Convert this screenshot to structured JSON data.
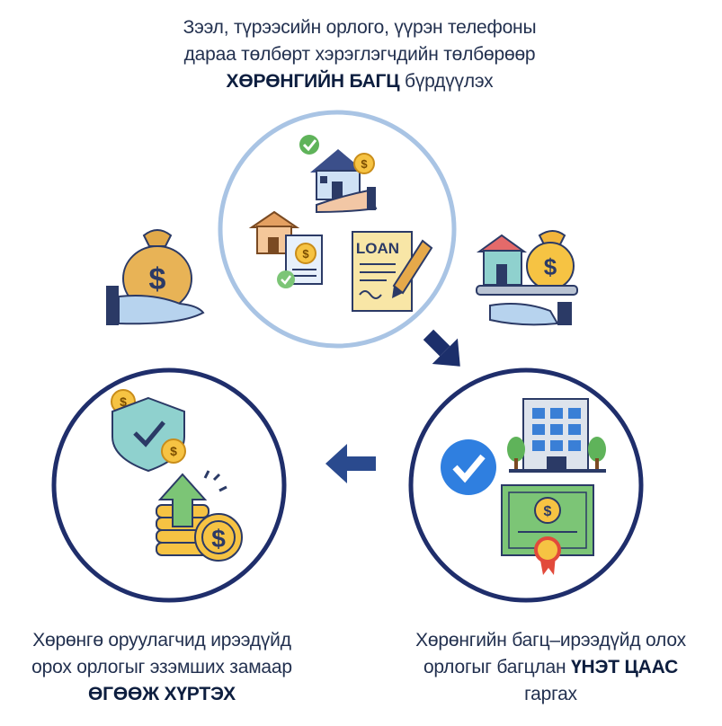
{
  "top_caption": {
    "line1": "Зээл, түрээсийн орлого, үүрэн телефоны",
    "line2": "дараа төлбөрт хэрэглэгчдийн төлбөрөөр",
    "bold": "ХӨРӨНГИЙН БАГЦ",
    "tail": " бүрдүүлэх"
  },
  "left_caption": {
    "line1": "Хөрөнгө оруулагчид ирээдүйд",
    "line2": "орох орлогыг эзэмших замаар",
    "bold": "ӨГӨӨЖ ХҮРТЭХ"
  },
  "right_caption": {
    "line1": "Хөрөнгийн багц–ирээдүйд олох",
    "line2_pre": "орлогыг багцлан ",
    "bold": "ҮНЭТ ЦААС",
    "line3": "гаргах"
  },
  "loan_label": "LOAN",
  "colors": {
    "navy": "#1c2f6b",
    "light_blue_ring": "#a9c4e4",
    "dark_ring": "#1f2e6b",
    "gold": "#f6c343",
    "green": "#7cc576",
    "teal": "#6fc9c7",
    "blue_check": "#2f7fe0"
  },
  "icons": [
    "money-bag-hand-icon",
    "house-coin-hand-icon",
    "loan-document-icon",
    "house-document-icon",
    "shield-coins-icon",
    "coin-stack-arrow-icon",
    "office-building-icon",
    "check-badge-icon",
    "certificate-icon",
    "property-money-tray-icon"
  ]
}
